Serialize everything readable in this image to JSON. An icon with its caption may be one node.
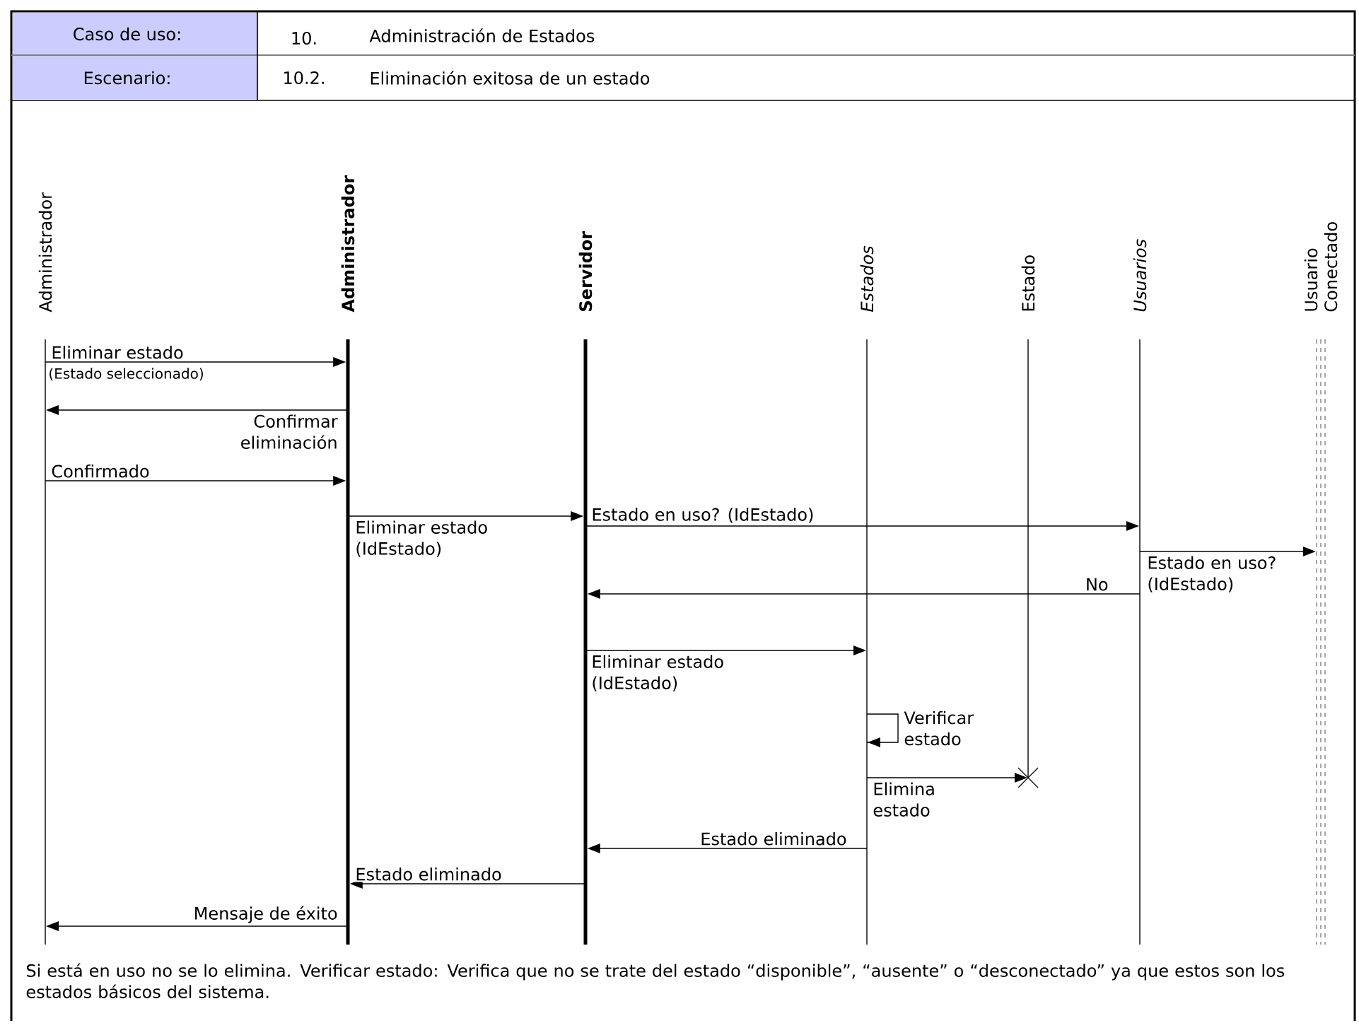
{
  "diagram": {
    "nodes": [
      {
        "text": [
          "Administrador"
        ]
      },
      {
        "text": [
          "Administrador"
        ]
      },
      {
        "text": [
          "Servidor"
        ]
      },
      {
        "text": [
          "Estados"
        ]
      },
      {
        "text": [
          "Estado"
        ]
      },
      {
        "text": [
          "Usuarios"
        ]
      },
      {
        "text": [
          "Usuario Conectado"
        ]
      }
    ],
    "edges": [
      {
        "from": 0,
        "to": 1,
        "arrow": "to",
        "label": "Eliminar estado"
      },
      {
        "from": 1,
        "to": 0,
        "arrow": "to",
        "label": "Confirmar eliminación"
      },
      {
        "from": 0,
        "to": 1,
        "arrow": "to",
        "label": "Confirmado"
      },
      {
        "from": 1,
        "to": 2,
        "arrow": "to",
        "label": "Eliminar estado (IdEstado)"
      },
      {
        "from": 2,
        "to": 5,
        "arrow": "to",
        "label": "Estado en uso? (IdEstado)"
      },
      {
        "from": 5,
        "to": 6,
        "arrow": "to",
        "label": "Estado en uso? (IdEstado)"
      },
      {
        "from": 5,
        "to": 2,
        "arrow": "to",
        "label": "No"
      },
      {
        "from": 2,
        "to": 3,
        "arrow": "to",
        "label": "Eliminar estado (IdEstado)"
      },
      {
        "from": 3,
        "to": 3,
        "arrow": "to",
        "label": "Verificar estado"
      },
      {
        "from": 3,
        "to": 4,
        "arrow": "to",
        "label": "Elimina estado"
      },
      {
        "from": 3,
        "to": 2,
        "arrow": "to",
        "label": "Estado eliminado"
      },
      {
        "from": 2,
        "to": 1,
        "arrow": "to",
        "label": "Estado eliminado"
      },
      {
        "from": 1,
        "to": 0,
        "arrow": "to",
        "label": "Mensaje de éxito"
      }
    ],
    "labels": [
      "Caso de uso:",
      "10.",
      "Administración de Estados",
      "Escenario:",
      "10.2.",
      "Eliminación exitosa de un estado",
      "(Estado seleccionado)"
    ],
    "caption": "Si está en uso no se lo elimina.  Verificar estado: Verifica que no se trate del estado “disponible”, “ausente”  o “desconectado” ya que estos son los estados básicos del sistema."
  }
}
